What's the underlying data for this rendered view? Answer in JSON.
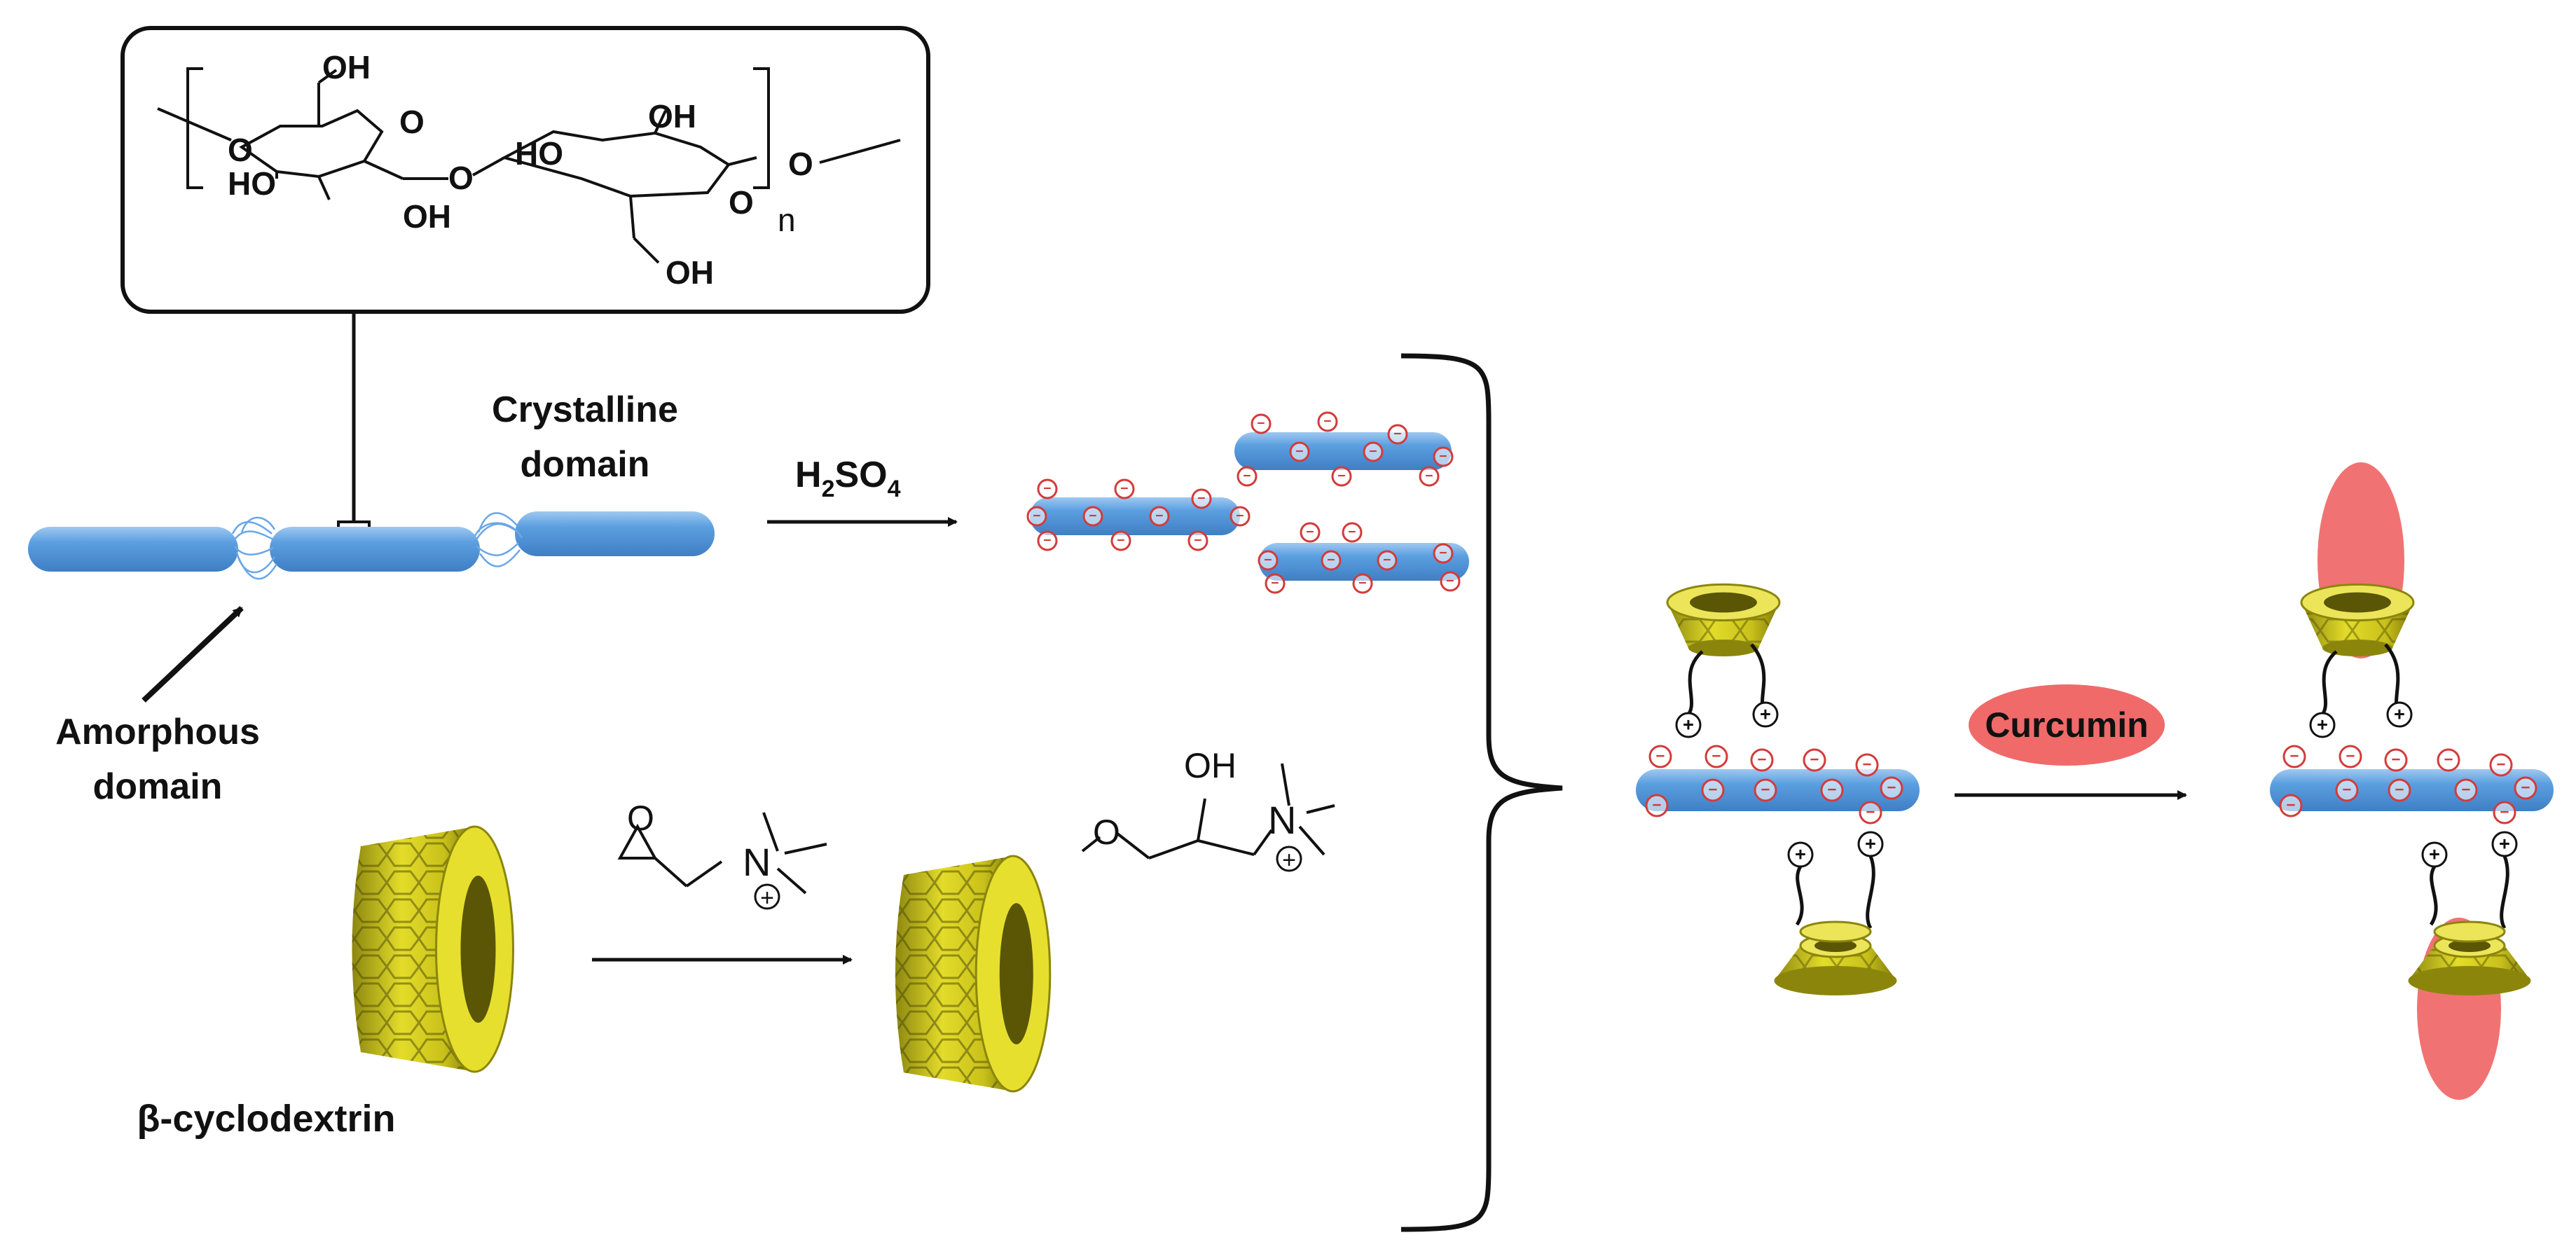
{
  "cellulose_structure": {
    "oh_top_left": "OH",
    "o_linker_left": "O",
    "ho_ring1": "HO",
    "oh_ring1_bottom": "OH",
    "o_ring1": "O",
    "o_glycosidic": "O",
    "oh_top_right": "OH",
    "ho_ring2": "HO",
    "o_ring2": "O",
    "o_linker_right": "O",
    "oh_bottom_right": "OH",
    "repeat_n": "n"
  },
  "labels": {
    "crystalline": "Crystalline",
    "crystalline_2": "domain",
    "amorphous": "Amorphous",
    "amorphous_2": "domain",
    "beta_cd": "β-cyclodextrin",
    "curcumin": "Curcumin"
  },
  "reagents": {
    "acid_h": "H",
    "acid_2": "2",
    "acid_so": "SO",
    "acid_4": "4",
    "epoxide_o": "O",
    "n_plus": "N",
    "plus_sign": "+"
  },
  "product": {
    "ether_o": "O",
    "oh": "OH",
    "n_plus": "N",
    "plus_sign": "+"
  },
  "charges": {
    "negative": "−",
    "positive": "+"
  },
  "colors": {
    "rod_blue": "#5b9fe0",
    "rod_highlight": "#a8cdf2",
    "cd_yellow": "#d9d31c",
    "cd_dark": "#6e6a05",
    "negative_red": "#d33b3b",
    "curcumin_red": "#f06a6a"
  }
}
